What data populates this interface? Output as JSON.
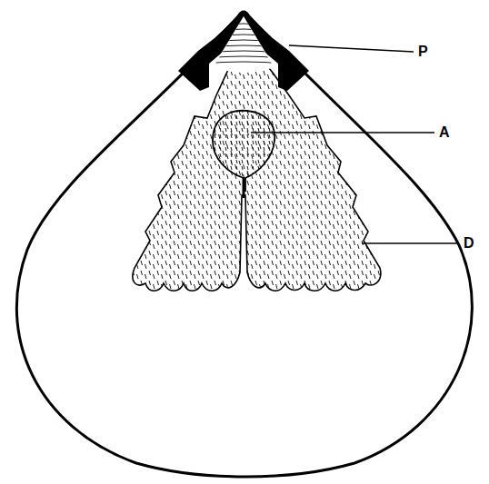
{
  "diagram": {
    "labels": [
      "P",
      "A",
      "D"
    ]
  }
}
